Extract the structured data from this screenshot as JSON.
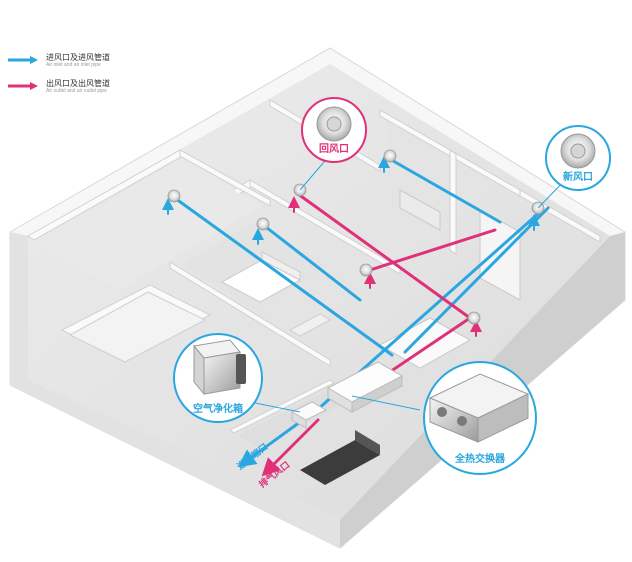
{
  "legend": {
    "inlet": {
      "title": "进风口及进风管道",
      "subtitle": "Air inlet and air inlet pipe",
      "color": "#2aa6e0"
    },
    "outlet": {
      "title": "出风口及出风管道",
      "subtitle": "Air outlet and air outlet pipe",
      "color": "#e0307a"
    }
  },
  "callouts": {
    "return_vent": "回风口",
    "fresh_vent": "新风口",
    "air_purifier": "空气净化箱",
    "heat_exchanger": "全热交换器"
  },
  "duct_labels": {
    "inlet_port": "进气端口",
    "exhaust_port": "排气风口"
  },
  "colors": {
    "inlet": "#2aa6e0",
    "outlet": "#e0307a",
    "wall": "#f2f2f2",
    "floor": "#e6e6e6",
    "callout_ring": "#2aa6e0"
  }
}
